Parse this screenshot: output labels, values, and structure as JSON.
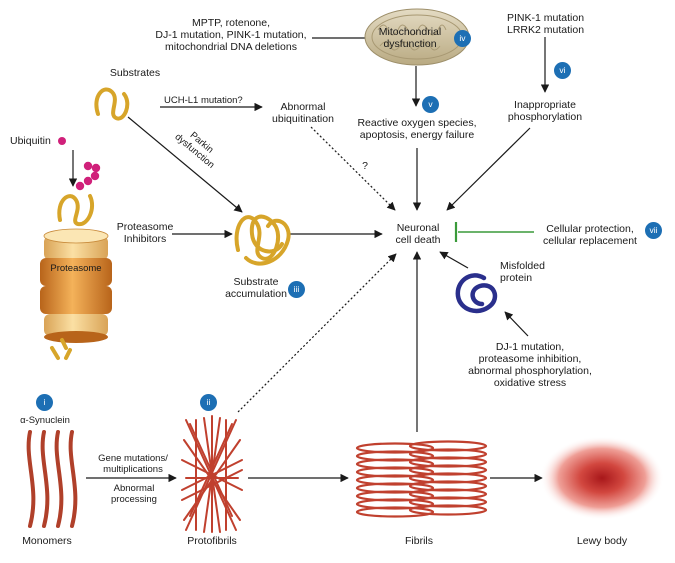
{
  "labels": {
    "mptp": "MPTP, rotenone,\nDJ-1 mutation, PINK-1 mutation,\nmitochondrial DNA deletions",
    "mito": "Mitochondrial\ndysfunction",
    "pink_lrrk": "PINK-1 mutation\nLRRK2 mutation",
    "substrates": "Substrates",
    "uchl1": "UCH-L1 mutation?",
    "abnormal_ubiq": "Abnormal\nubiquitination",
    "ros": "Reactive oxygen species,\napoptosis, energy failure",
    "inapprop_phos": "Inappropriate\nphosphorylation",
    "ubiquitin": "Ubiquitin",
    "parkin": "Parkin\ndysfunction",
    "question": "?",
    "proteasome_inhibitors": "Proteasome\nInhibitors",
    "neuronal_death": "Neuronal\ncell death",
    "cell_protection": "Cellular protection,\ncellular replacement",
    "proteasome": "Proteasome",
    "substrate_accum": "Substrate\naccumulation",
    "misfolded": "Misfolded\nprotein",
    "dj1": "DJ-1 mutation,\nproteasome inhibition,\nabnormal phosphorylation,\noxidative stress",
    "alpha_syn": "α-Synuclein",
    "gene_mut": "Gene mutations/\nmultiplications",
    "abnormal_proc": "Abnormal\nprocessing",
    "monomers": "Monomers",
    "protofibrils": "Protofibrils",
    "fibrils": "Fibrils",
    "lewy": "Lewy body"
  },
  "badges": {
    "i": "i",
    "ii": "ii",
    "iii": "iii",
    "iv": "iv",
    "v": "v",
    "vi": "vi",
    "vii": "vii"
  },
  "colors": {
    "arrow": "#1a1a1a",
    "protect_arrow": "#3a9a3a",
    "badge": "#1d6fb4",
    "substrate": "#d7a52a",
    "ubiquitin": "#d0207a",
    "proteasome": "#e8962e",
    "synuclein": "#b0402a",
    "misfolded": "#2a2f8c",
    "mitochondrion": "#cdbf99",
    "lewy_body": "#c8302a"
  }
}
